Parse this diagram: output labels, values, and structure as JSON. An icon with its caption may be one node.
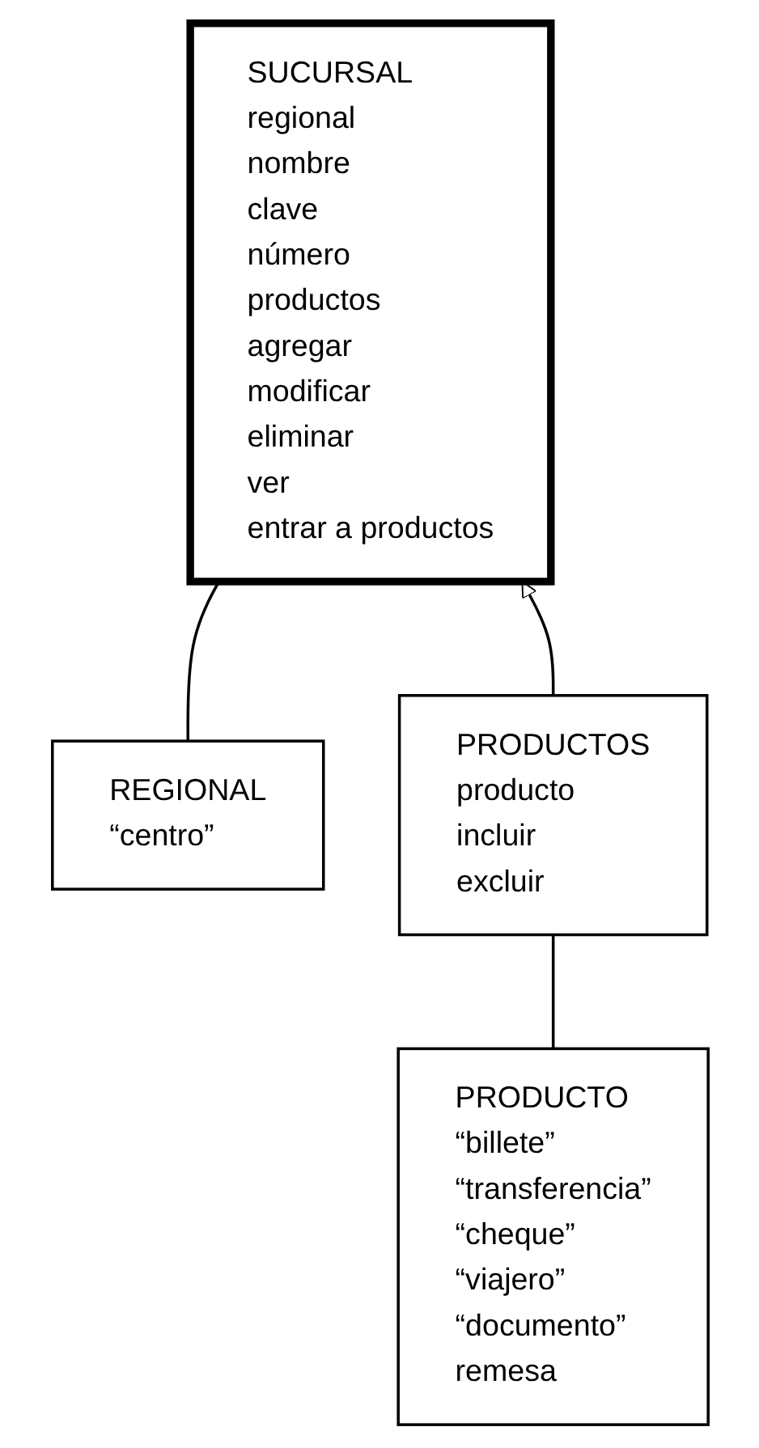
{
  "diagram": {
    "nodes": [
      {
        "text": [
          "REGIONAL",
          "“centro”"
        ]
      },
      {
        "text": [
          "SUCURSAL",
          "regional",
          "nombre",
          "clave",
          "número",
          "productos",
          "agregar",
          "modificar",
          "eliminar",
          "ver",
          "entrar a productos"
        ]
      },
      {
        "text": [
          "PRODUCTOS",
          "producto",
          "incluir",
          "excluir"
        ]
      },
      {
        "text": [
          "PRODUCTO",
          "“billete”",
          "“transferencia”",
          "“cheque”",
          "“viajero”",
          "“documento”",
          "remesa"
        ]
      }
    ],
    "edges": [
      {
        "from": 0,
        "to": 1,
        "arrow": "none"
      },
      {
        "from": 2,
        "to": 1,
        "arrow": "to"
      },
      {
        "from": 3,
        "to": 2,
        "arrow": "none"
      }
    ]
  }
}
